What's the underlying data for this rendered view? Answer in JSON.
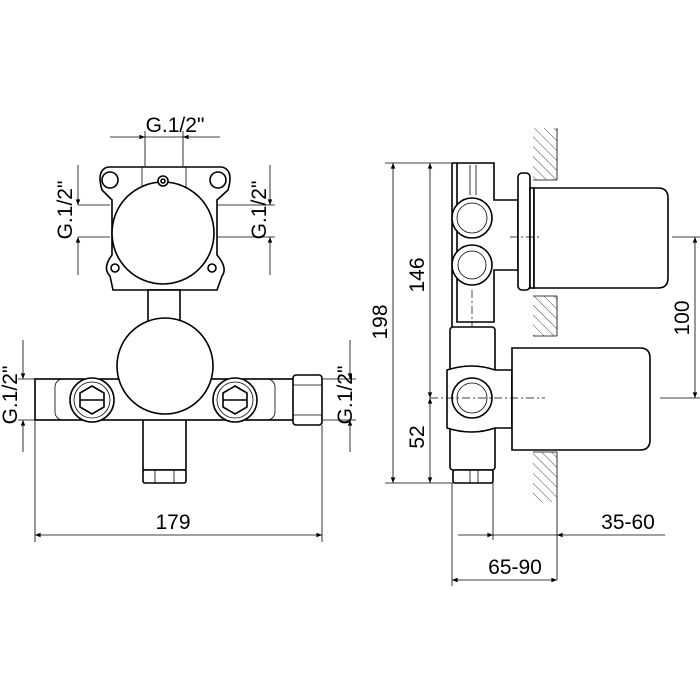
{
  "front_view": {
    "top_port": "G.1/2\"",
    "left_upper_port": "G.1/2\"",
    "right_upper_port": "G.1/2\"",
    "left_lower_port": "G.1/2\"",
    "right_lower_port": "G.1/2\"",
    "width": "179"
  },
  "side_view": {
    "total_height": "198",
    "upper_height": "146",
    "lower_height": "52",
    "handle_spacing": "100",
    "wall_depth": "35-60",
    "installation_depth": "65-90"
  }
}
